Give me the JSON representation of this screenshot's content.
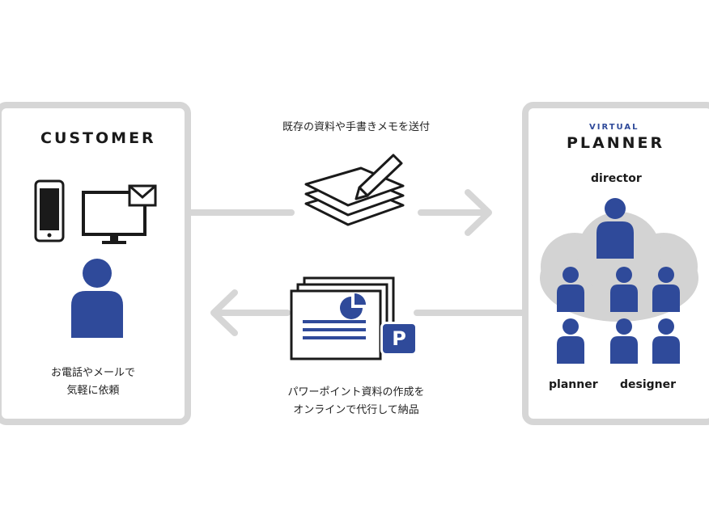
{
  "customer": {
    "title": "CUSTOMER",
    "caption_line1": "お電話やメールで",
    "caption_line2": "気軽に依頼"
  },
  "planner": {
    "title_small": "VIRTUAL",
    "title": "PLANNER",
    "role_director": "director",
    "role_planner": "planner",
    "role_designer": "designer"
  },
  "flow_top": {
    "label": "既存の資料や手書きメモを送付"
  },
  "flow_bottom": {
    "label_line1": "パワーポイント資料の作成を",
    "label_line2": "オンラインで代行して納品",
    "badge": "P"
  },
  "colors": {
    "navy": "#2f4a9a",
    "gray": "#d6d6d6",
    "cloud": "#d3d3d3",
    "dark": "#1a1a1a"
  }
}
